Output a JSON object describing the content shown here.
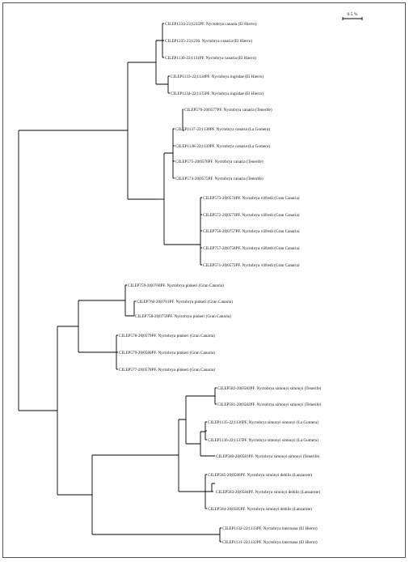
{
  "scale_bar": {
    "label": "0.5 %"
  },
  "taxa": [
    "CILEP1234-23|1235PF. Nyctobrya canaria (El Hierro)",
    "CILEP1235-23|1236. Nyctobrya canaria (El Hierro)",
    "CILEP1130-22|1131PF. Nyctobrya canaria (El Hierro)",
    "CILEP1133-22|1134PF. Nyctobrya ingridae (El Hierro)",
    "CILEP1134-22|1135PF. Nyctobrya ingridae (El Hierro)",
    "CILEP576-20|0577PF. Nyctobrya canaria (Tenerife)",
    "CILEP1137-22|1138PF. Nyctobrya canaria (La Gomera)",
    "CILEP1138-22|1139PF. Nyctobrya canaria (La Gomera)",
    "CILEP575-20|0576PF. Nyctobrya canaria (Tenerife)",
    "CILEP574-20|0575PF. Nyctobrya canaria (Tenerife)",
    "CILEP573-20|0574PF. Nyctobrya vilfredi (Gran Canaria)",
    "CILEP572-20|0573PF. Nyctobrya vilfredi (Gran Canaria)",
    "CILEP756-20|0757PF. Nyctobrya vilfredi (Gran Canaria)",
    "CILEP757-20|0758PF. Nyctobrya vilfredi (Gran Canaria)",
    "CILEP571-20|0572PF. Nyctobrya vilfredi (Gran Canaria)",
    "CILEP759-20|0760PF. Nyctobrya pinkeri (Gran Canaria)",
    "CILEP760-20|0761PF. Nyctobrya pinkeri (Gran Canaria)",
    "CILEP758-20|0759PF. Nyctobrya pinkeri (Gran Canaria)",
    "CILEP578-20|0579PF. Nyctobrya pinkeri (Gran Canaria)",
    "CILEP579-20|0580PF. Nyctobrya pinkeri (Gran Canaria)",
    "CILEP577-20|0578PF. Nyctobrya pinkeri (Gran Canaria)",
    "CILEP582-20|0583PF. Nyctobrya simonyi simonyi (Tenerife)",
    "CILEP581-20|0582PF. Nyctobrya simonyi simonyi (Tenerife)",
    "CILEP1135-22|1136PF. Nyctobrya simonyi simonyi (La Gomera)",
    "CILEP1136-22|1137PF. Nyctobrya simonyi simonyi (La Gomera)",
    "CILEP580-20|0581PF. Nyctobrya simonyi simonyi (Tenerife)",
    "CILEP585-20|0586PF. Nyctobrya simonyi debilis (Lanzarote)",
    "CILEP583-20|0584PF. Nyctobrya simonyi debilis (Lanzarote)",
    "CILEP584-20|0585PF. Nyctobrya simonyi debilis (Lanzarote)",
    "CILEP1132-22|1133PF. Nyctobrya hierroana (El Hierro)",
    "CILEP1131-22|1132PF. Nyctobrya hierroana (El Hierro)"
  ]
}
